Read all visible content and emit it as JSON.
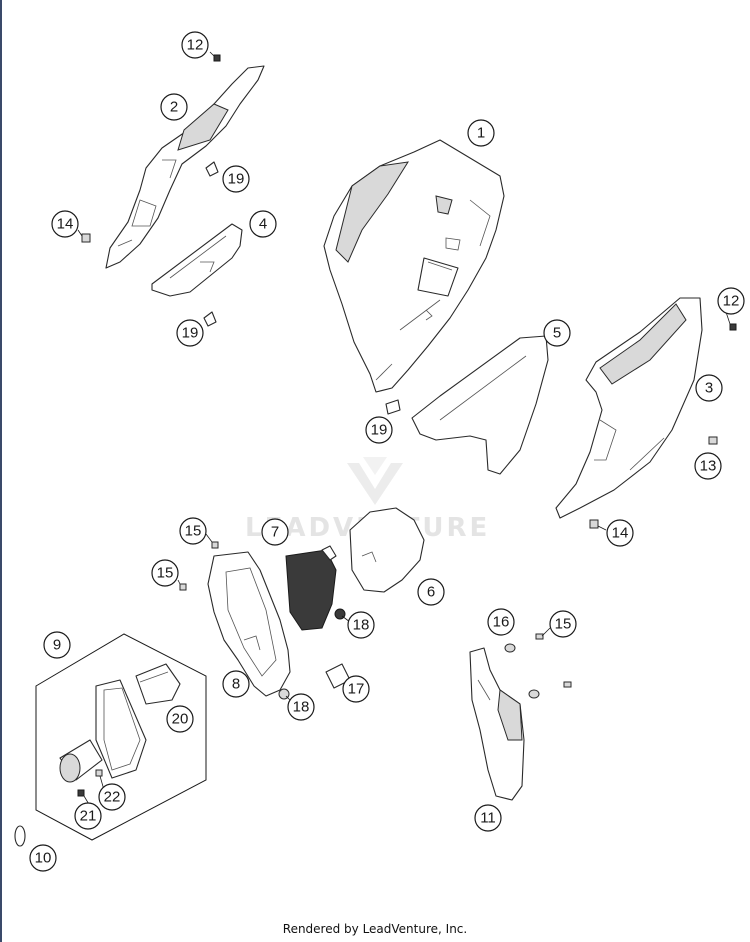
{
  "watermark": {
    "text": "LEADVENTURE"
  },
  "footer": {
    "text": "Rendered by LeadVenture, Inc."
  },
  "callouts": [
    "1",
    "2",
    "3",
    "4",
    "5",
    "6",
    "7",
    "8",
    "9",
    "10",
    "11",
    "12",
    "12",
    "13",
    "14",
    "14",
    "15",
    "15",
    "15",
    "16",
    "17",
    "18",
    "18",
    "19",
    "19",
    "19",
    "20",
    "21",
    "22"
  ]
}
